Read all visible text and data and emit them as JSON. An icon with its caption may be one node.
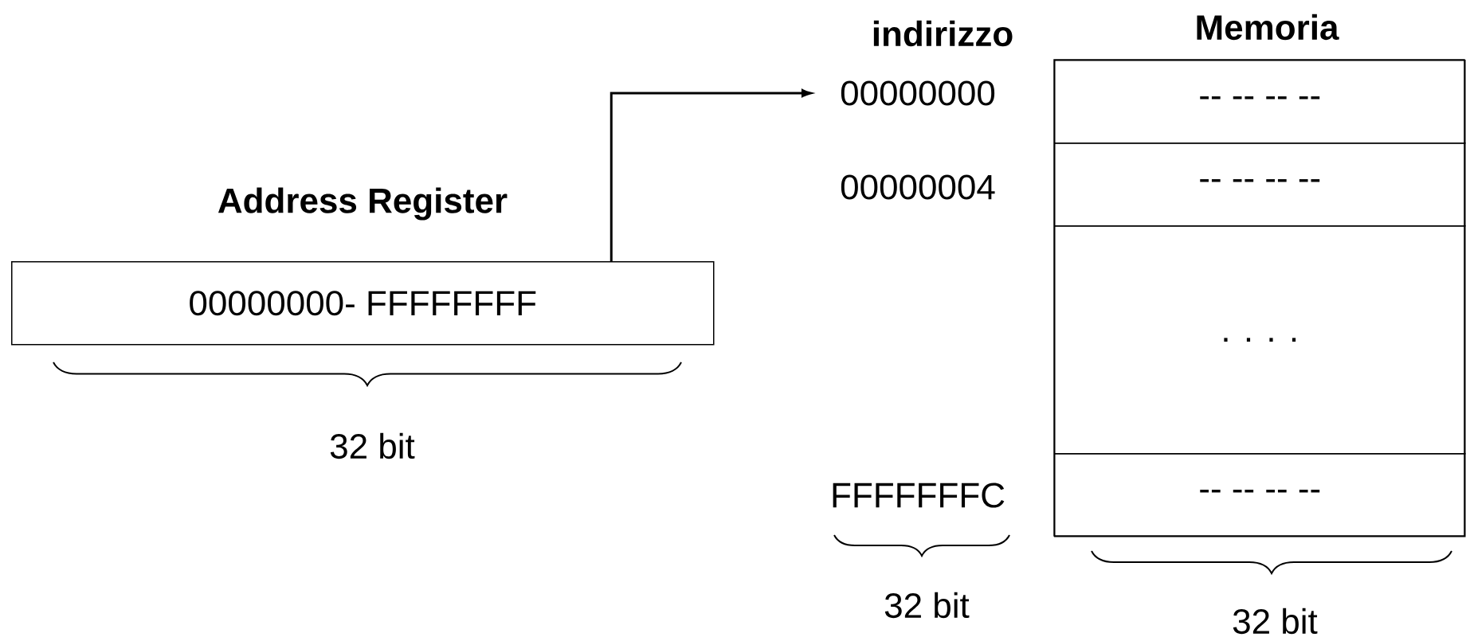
{
  "diagram": {
    "nodes": [
      {
        "text": [
          "Address Register",
          "00000000- FFFFFFFF"
        ]
      },
      {
        "text": [
          "00000000"
        ]
      },
      {
        "text": [
          "Memoria"
        ]
      },
      {
        "text": [
          "--  --  --  --"
        ],
        "in": 2
      },
      {
        "text": [
          "--  --  --  --"
        ],
        "in": 2
      },
      {
        "text": [
          ". . . ."
        ],
        "in": 2
      },
      {
        "text": [
          "--  --  --  --"
        ],
        "in": 2
      }
    ],
    "edges": [
      {
        "from": 0,
        "to": 1,
        "arrow": "to"
      }
    ],
    "labels": [
      "indirizzo",
      "00000004",
      "FFFFFFFC",
      "32 bit",
      "32 bit",
      "32 bit"
    ]
  }
}
